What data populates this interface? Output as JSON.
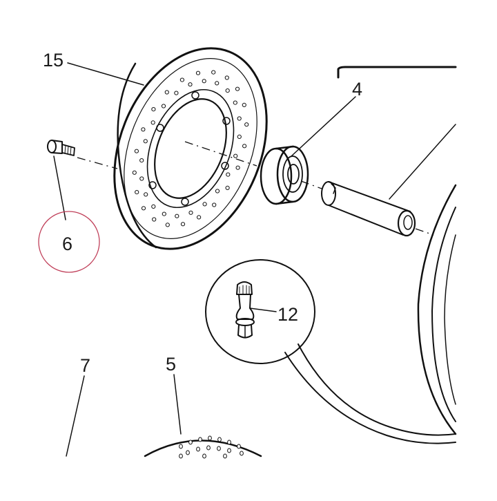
{
  "callouts": [
    {
      "id": "c15",
      "label": "15"
    },
    {
      "id": "c4",
      "label": "4"
    },
    {
      "id": "c6",
      "label": "6"
    },
    {
      "id": "c12",
      "label": "12"
    },
    {
      "id": "c7",
      "label": "7"
    },
    {
      "id": "c5",
      "label": "5"
    }
  ],
  "colors": {
    "ink": "#111111",
    "highlight_circle": "#c0405a"
  }
}
